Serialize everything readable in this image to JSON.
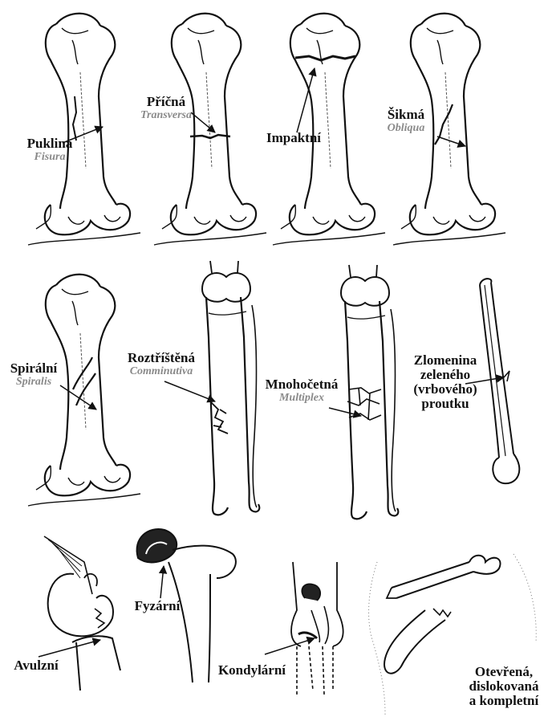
{
  "title": "",
  "colors": {
    "ink": "#111111",
    "latin": "#8a8a8a",
    "background": "#ffffff",
    "dark_fill": "#222222"
  },
  "fractures": [
    {
      "czech": "Puklina",
      "latin": "Fisura"
    },
    {
      "czech": "Příčná",
      "latin": "Transversa"
    },
    {
      "czech": "Impaktní",
      "latin": ""
    },
    {
      "czech": "Šikmá",
      "latin": "Obliqua"
    },
    {
      "czech": "Spirální",
      "latin": "Spiralis"
    },
    {
      "czech": "Roztříštěná",
      "latin": "Comminutiva"
    },
    {
      "czech": "Mnohočetná",
      "latin": "Multiplex"
    },
    {
      "czech_lines": [
        "Zlomenina",
        "zeleného",
        "(vrbového)",
        "proutku"
      ],
      "latin": ""
    },
    {
      "czech": "Avulzní",
      "latin": ""
    },
    {
      "czech": "Fyzární",
      "latin": ""
    },
    {
      "czech": "Kondylární",
      "latin": ""
    },
    {
      "czech_lines": [
        "Otevřená,",
        "dislokovaná",
        "a kompletní"
      ],
      "latin": ""
    }
  ]
}
